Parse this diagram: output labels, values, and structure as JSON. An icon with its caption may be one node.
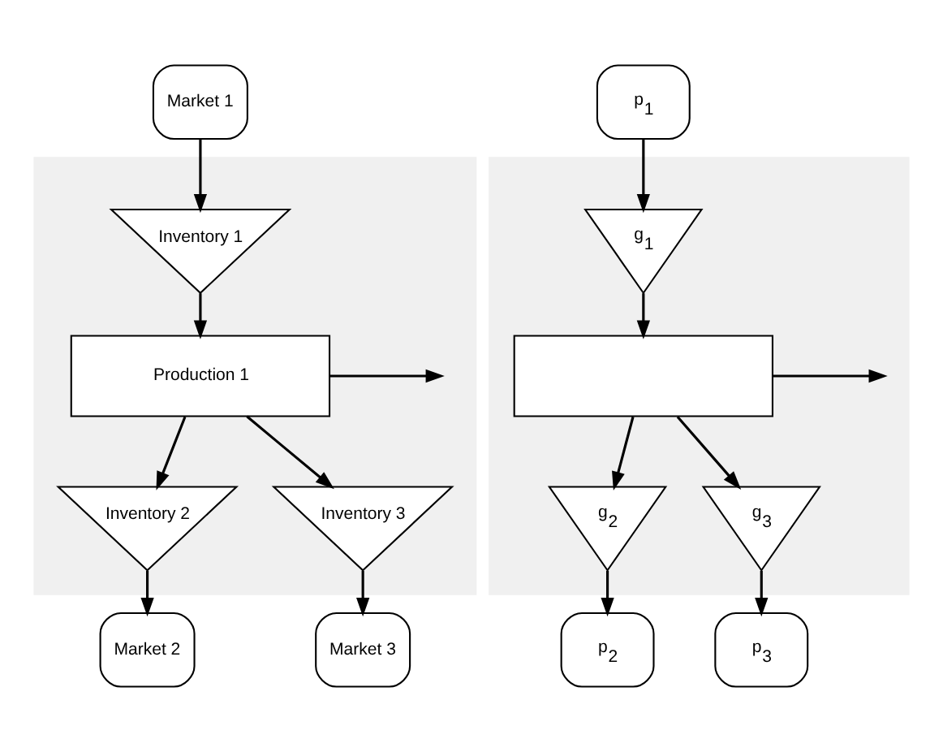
{
  "diagram": {
    "nodes": [
      {
        "text": [
          "Market 1"
        ]
      },
      {
        "text": [],
        "shape": "box"
      },
      {
        "text": [
          "Inventory 1"
        ],
        "in": 1
      },
      {
        "text": [
          "Production 1"
        ],
        "in": 1
      },
      {
        "text": [
          "Inventory 2"
        ],
        "in": 1
      },
      {
        "text": [
          "Inventory 3"
        ],
        "in": 1
      },
      {
        "text": [
          "Market 2"
        ]
      },
      {
        "text": [
          "Market 3"
        ]
      },
      {
        "text": [
          "p$_{1}$"
        ]
      },
      {
        "text": [],
        "shape": "box"
      },
      {
        "text": [
          "g$_{1}$"
        ],
        "in": 9
      },
      {
        "text": [],
        "shape": "box",
        "in": 9
      },
      {
        "text": [
          "g$_{2}$"
        ],
        "in": 9
      },
      {
        "text": [
          "g$_{3}$"
        ],
        "in": 9
      },
      {
        "text": [
          "p$_{2}$"
        ]
      },
      {
        "text": [
          "p$_{3}$"
        ]
      }
    ],
    "edges": [
      {
        "from": 0,
        "to": 2,
        "arrow": "to"
      },
      {
        "from": 2,
        "to": 3,
        "arrow": "to"
      },
      {
        "from": 3,
        "to": 4,
        "arrow": "to"
      },
      {
        "from": 3,
        "to": 5,
        "arrow": "to"
      },
      {
        "from": 4,
        "to": 6,
        "arrow": "to"
      },
      {
        "from": 5,
        "to": 7,
        "arrow": "to"
      },
      {
        "from": 3,
        "to": null,
        "arrow": "to"
      },
      {
        "from": 8,
        "to": 10,
        "arrow": "to"
      },
      {
        "from": 10,
        "to": 11,
        "arrow": "to"
      },
      {
        "from": 11,
        "to": 12,
        "arrow": "to"
      },
      {
        "from": 11,
        "to": 13,
        "arrow": "to"
      },
      {
        "from": 12,
        "to": 14,
        "arrow": "to"
      },
      {
        "from": 13,
        "to": 15,
        "arrow": "to"
      },
      {
        "from": 11,
        "to": null,
        "arrow": "to"
      }
    ]
  }
}
